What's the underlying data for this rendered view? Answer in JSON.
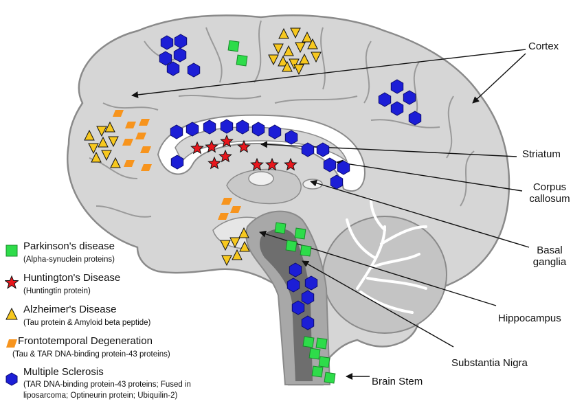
{
  "labels": {
    "cortex": "Cortex",
    "striatum": "Striatum",
    "corpus_callosum_1": "Corpus",
    "corpus_callosum_2": "callosum",
    "basal_ganglia_1": "Basal",
    "basal_ganglia_2": "ganglia",
    "hippocampus": "Hippocampus",
    "substantia_nigra": "Substantia Nigra",
    "brain_stem": "Brain Stem"
  },
  "legend": [
    {
      "name": "Parkinson's disease",
      "desc": "(Alpha-synuclein proteins)",
      "icon": "green-square-icon",
      "color": "#2edc4a"
    },
    {
      "name": "Huntington's Disease",
      "desc": "(Huntingtin protein)",
      "icon": "red-star-icon",
      "color": "#e8161c"
    },
    {
      "name": "Alzheimer's Disease",
      "desc": "(Tau protein & Amyloid beta peptide)",
      "icon": "yellow-triangle-icon",
      "color": "#f7c81e"
    },
    {
      "name": "Frontotemporal Degeneration",
      "desc": "(Tau  & TAR DNA-binding protein-43 proteins)",
      "icon": "orange-parallelogram-icon",
      "color": "#f7941d"
    },
    {
      "name": "Multiple Sclerosis",
      "desc": "(TAR DNA-binding protein-43 proteins; Fused in",
      "desc2": "liposarcoma; Optineurin protein; Ubiquilin-2)",
      "icon": "blue-hexagon-icon",
      "color": "#1c1ed6"
    }
  ],
  "colors": {
    "brain_fill": "#d6d6d6",
    "brain_stroke": "#8a8a8a",
    "ventricle": "#ffffff",
    "stem_dark": "#6e6e6e",
    "cerebellum": "#c4c4c4",
    "arrow": "#111111"
  }
}
